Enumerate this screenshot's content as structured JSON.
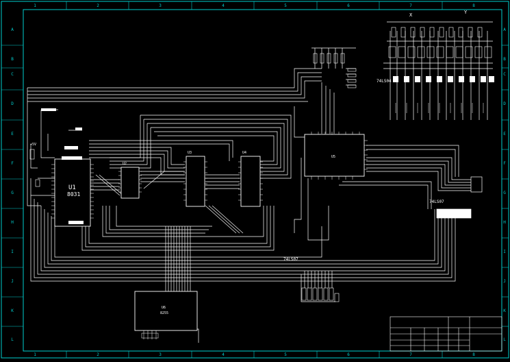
{
  "frame": {
    "columns": [
      "1",
      "2",
      "3",
      "4",
      "5",
      "6",
      "7",
      "8"
    ],
    "rows": [
      "A",
      "B",
      "C",
      "D",
      "E",
      "F",
      "G",
      "H",
      "I",
      "J",
      "K",
      "L"
    ]
  },
  "parts": {
    "u1": {
      "ref": "U1",
      "value": "8031"
    },
    "u2": {
      "ref": "U2"
    },
    "u3": {
      "ref": "U3"
    },
    "u4": {
      "ref": "U4"
    },
    "u5": {
      "ref": "U5"
    },
    "u6": {
      "ref": "U6",
      "value": "8255"
    }
  },
  "labels": {
    "driver_top": "74LS04",
    "driver_right": "74LS07",
    "driver_bottom": "74LS07",
    "vcc": "+5V",
    "marks": [
      "X",
      "Y"
    ]
  },
  "colors": {
    "background": "#000000",
    "border": "#00cfcf",
    "wire": "#ffffff",
    "text": "#ffffff"
  }
}
